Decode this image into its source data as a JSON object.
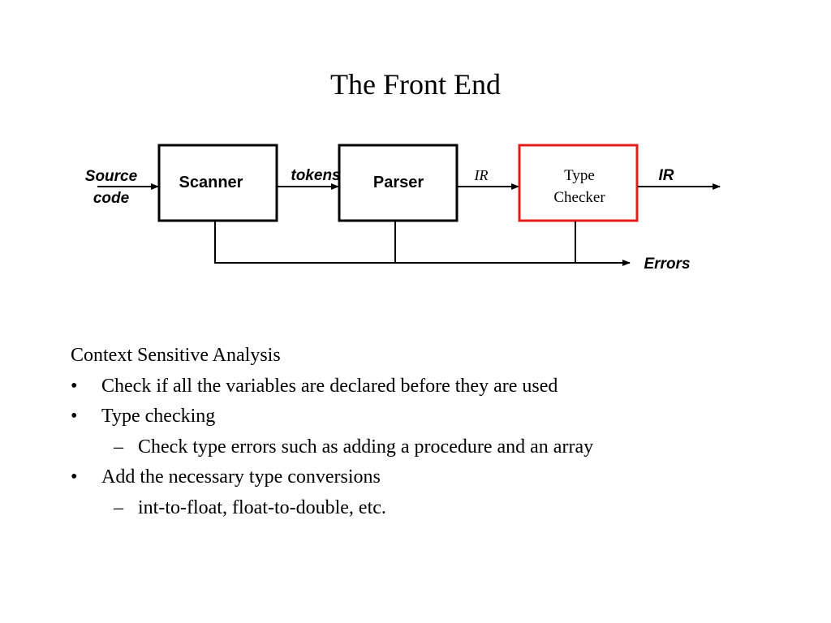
{
  "slide": {
    "title": "The Front End"
  },
  "diagram": {
    "input_label_line1": "Source",
    "input_label_line2": "code",
    "scanner_label": "Scanner",
    "tokens_label": "tokens",
    "parser_label": "Parser",
    "ir_label_mid": "IR",
    "type_checker_line1": "Type",
    "type_checker_line2": "Checker",
    "ir_label_out": "IR",
    "errors_label": "Errors",
    "colors": {
      "box_border": "#000000",
      "highlight_border": "#e31b1b"
    }
  },
  "body": {
    "heading": "Context Sensitive Analysis",
    "bullet_mark": "•",
    "sub_mark": "–",
    "items": [
      {
        "level": 1,
        "text": "Check if all the variables are declared before they are used"
      },
      {
        "level": 1,
        "text": "Type checking"
      },
      {
        "level": 2,
        "text": "Check type errors such as adding a procedure and an array"
      },
      {
        "level": 1,
        "text": "Add the necessary type conversions"
      },
      {
        "level": 2,
        "text": "int-to-float, float-to-double, etc."
      }
    ]
  }
}
